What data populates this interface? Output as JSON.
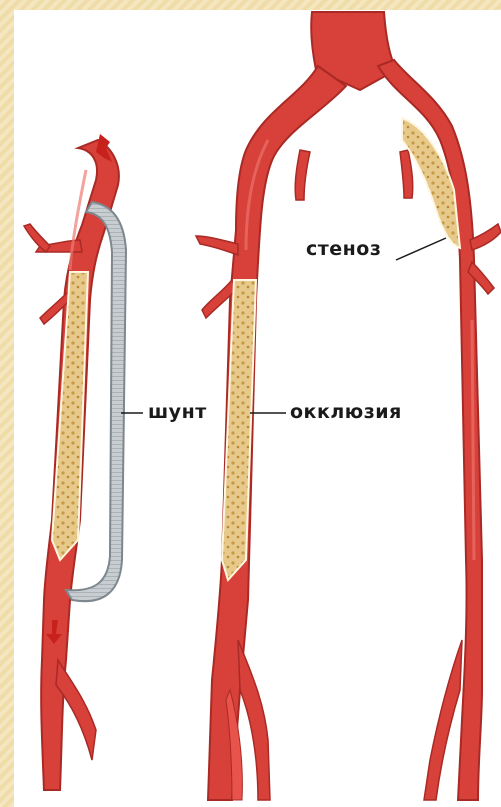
{
  "labels": {
    "shunt": "шунт",
    "occlusion": "окклюзия",
    "stenosis": "стеноз"
  },
  "colors": {
    "artery": "#d8403a",
    "artery_dark": "#a92a25",
    "artery_light": "#ee7b72",
    "plaque": "#e7c98c",
    "plaque_dot": "#c79a45",
    "graft": "#c7cdd1",
    "graft_edge": "#7d878d",
    "background": "#f4e6bf"
  },
  "icons": {
    "flow_in": "arrow-down-icon",
    "flow_out": "arrow-down-icon"
  }
}
